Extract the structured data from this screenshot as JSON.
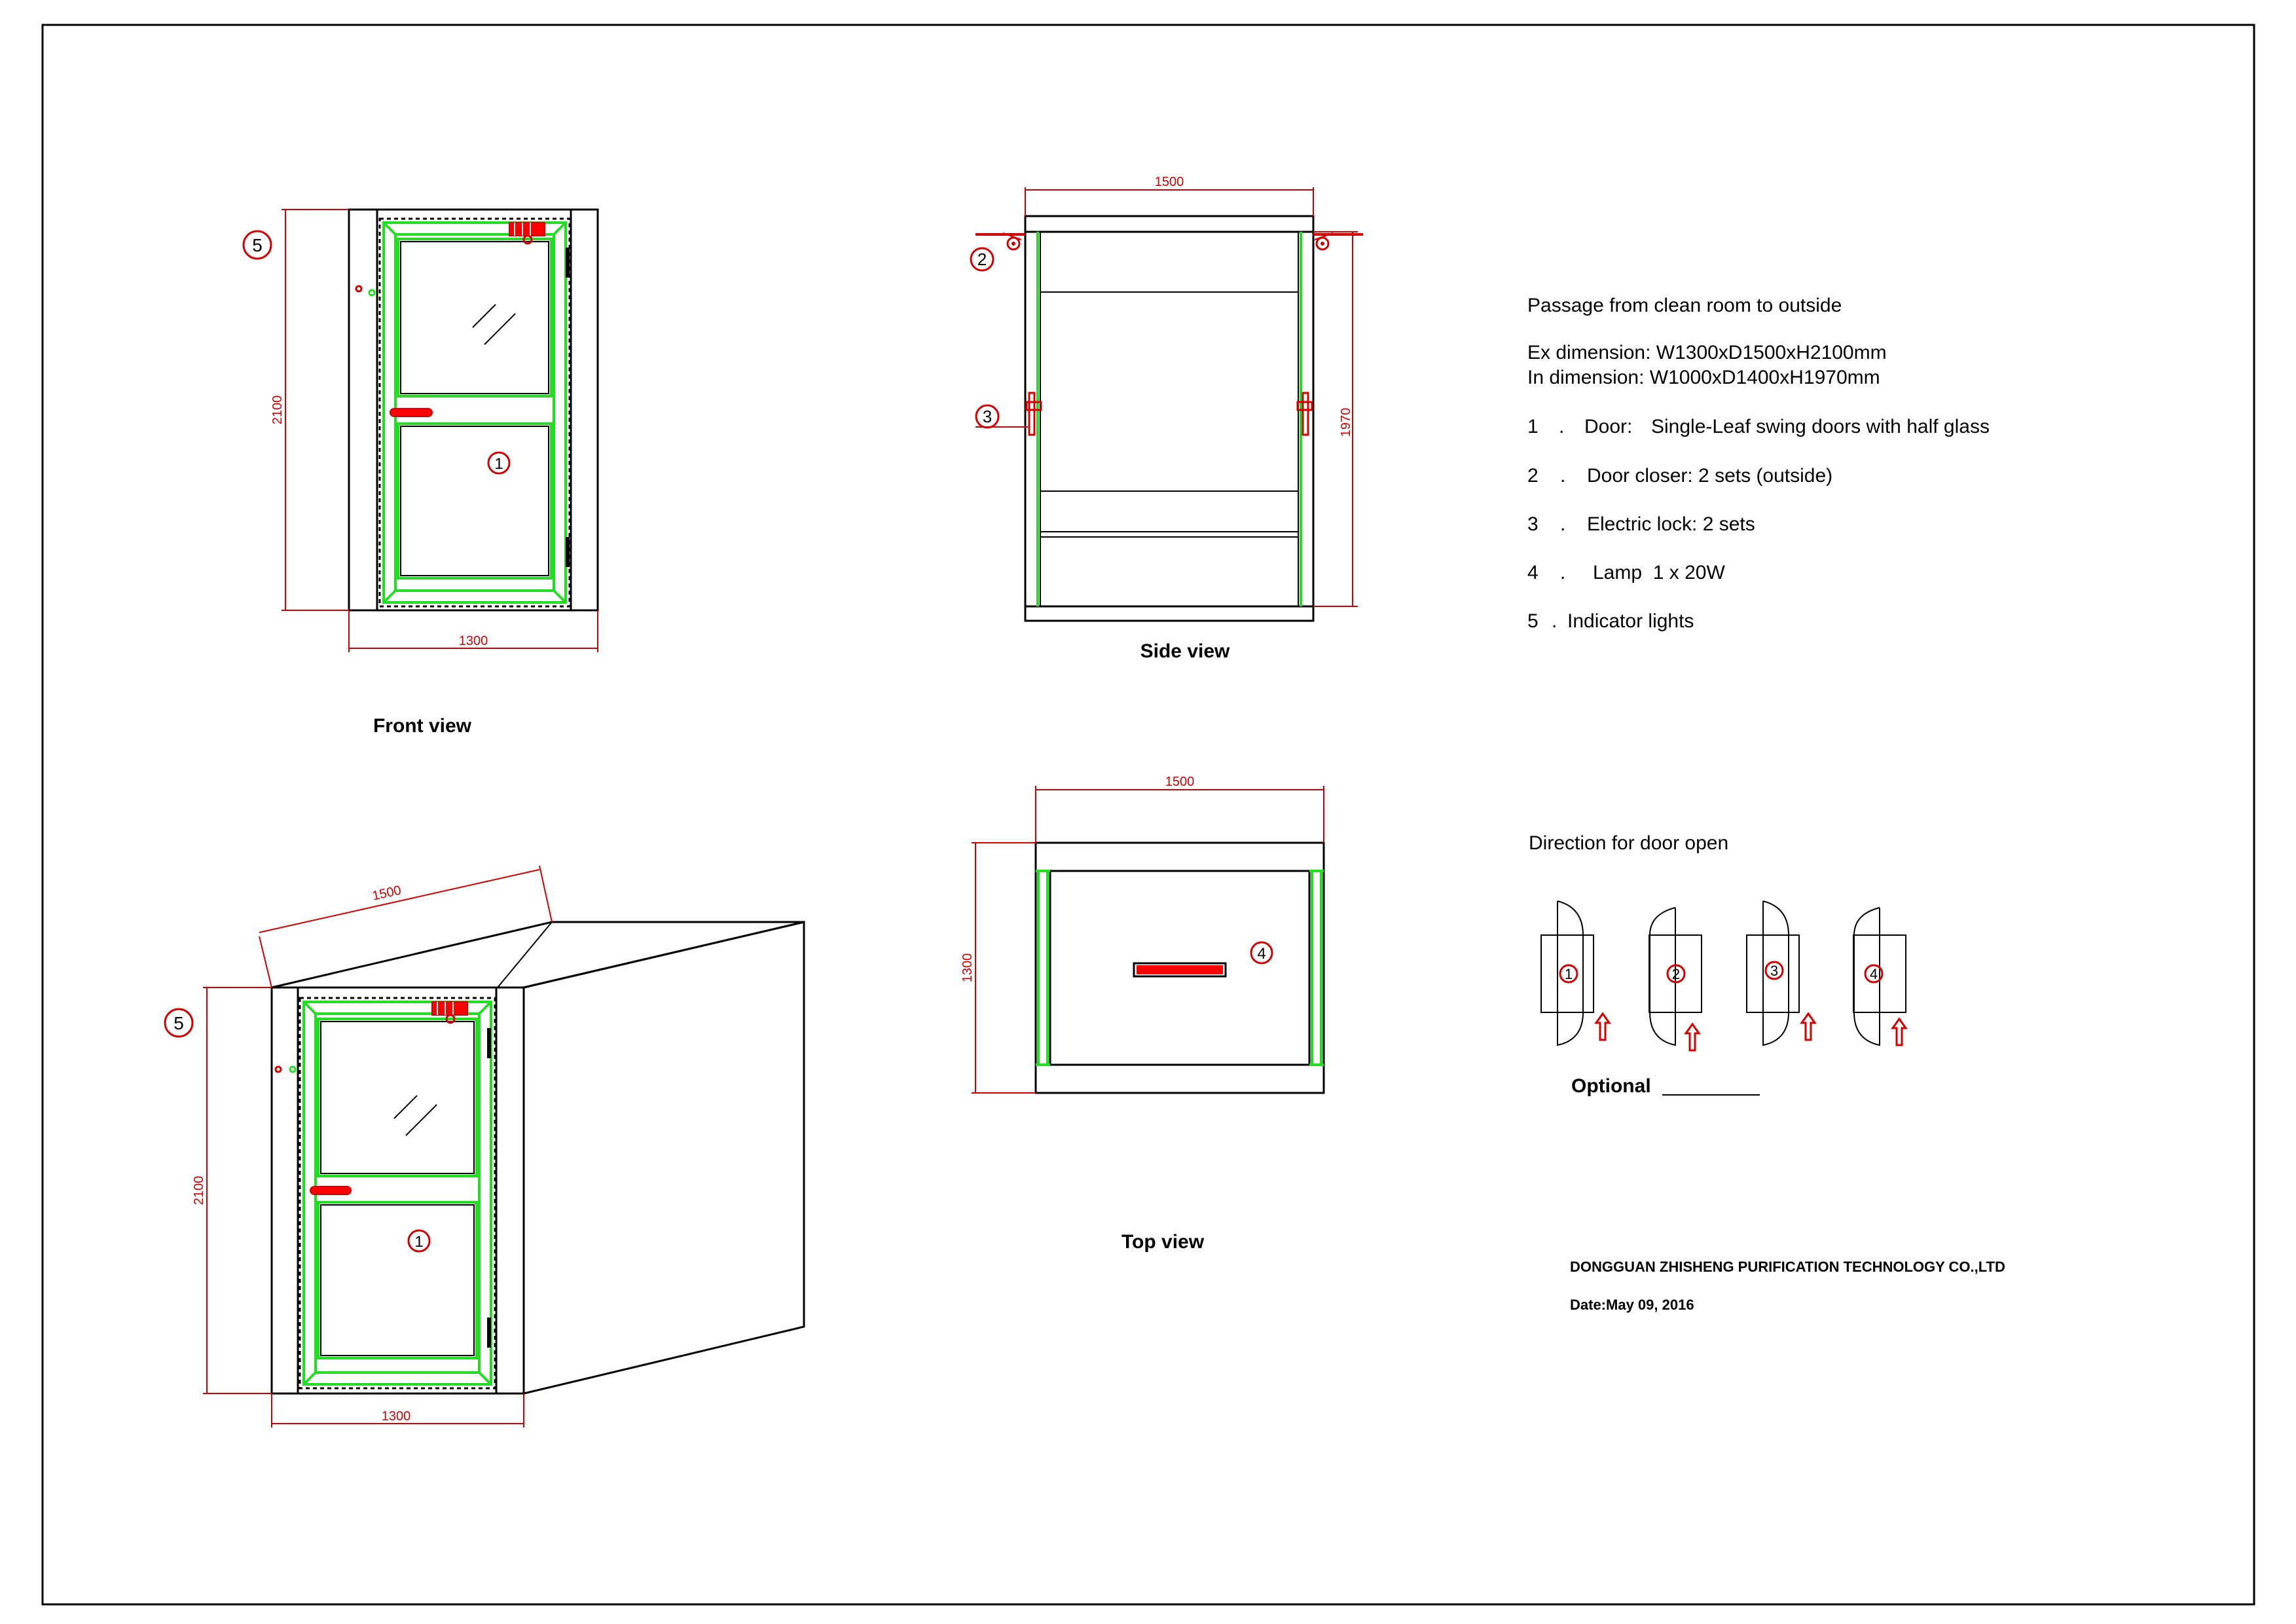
{
  "notes": {
    "title": "Passage from clean room to outside",
    "ex_dimension": "Ex dimension: W1300xD1500xH2100mm",
    "in_dimension": "In dimension: W1000xD1400xH1970mm",
    "items": [
      {
        "num": "1",
        "sep": ".",
        "label": "Door:",
        "text": "Single-Leaf swing doors with half glass"
      },
      {
        "num": "2",
        "sep": ".",
        "label": "",
        "text": "Door closer: 2 sets (outside)"
      },
      {
        "num": "3",
        "sep": ".",
        "label": "",
        "text": "Electric lock: 2 sets"
      },
      {
        "num": "4",
        "sep": ".",
        "label": "",
        "text": "Lamp  1 x 20W"
      },
      {
        "num": "5",
        "sep": ".",
        "label": "",
        "text": "Indicator lights"
      }
    ]
  },
  "views": {
    "front": "Front view",
    "side": "Side view",
    "top": "Top view"
  },
  "dimensions": {
    "front_width": "1300",
    "front_height": "2100",
    "side_depth": "1500",
    "side_inner_height": "1970",
    "top_depth": "1500",
    "top_width": "1300",
    "iso_depth": "1500",
    "iso_height": "2100",
    "iso_width": "1300"
  },
  "callouts": {
    "door": "1",
    "closer": "2",
    "lock": "3",
    "lamp": "4",
    "indicator": "5"
  },
  "direction": {
    "title": "Direction for door open",
    "options": [
      "1",
      "2",
      "3",
      "4"
    ],
    "optional_label": "Optional"
  },
  "company": "DONGGUAN ZHISHENG PURIFICATION TECHNOLOGY CO.,LTD",
  "date": "Date:May 09, 2016",
  "colors": {
    "outline": "#000000",
    "door_frame": "#22dd22",
    "dimension": "#d40000",
    "handle": "#ff0000"
  }
}
